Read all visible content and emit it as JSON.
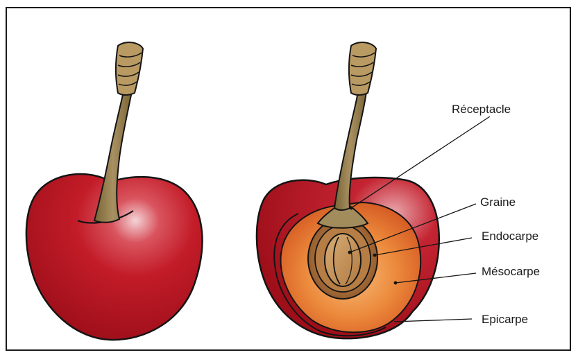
{
  "labels": {
    "receptacle": "Réceptacle",
    "seed": "Graine",
    "endocarp": "Endocarpe",
    "mesocarp": "Mésocarpe",
    "epicarp": "Epicarpe"
  },
  "colors": {
    "skin_dark": "#a5111c",
    "skin_mid": "#c8202c",
    "skin_light": "#f0c8cc",
    "flesh_center": "#f3b070",
    "flesh_edge": "#d8561c",
    "stone": "#9a6230",
    "seed": "#c89a63",
    "stem": "#8d7646",
    "outline": "#141414"
  }
}
